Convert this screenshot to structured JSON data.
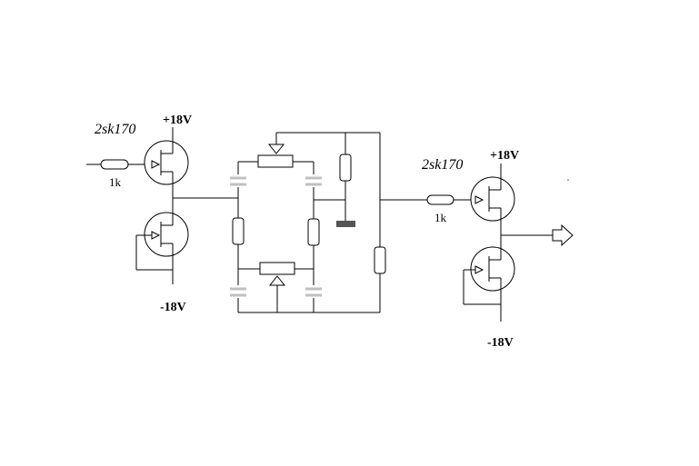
{
  "labels": {
    "q1_part": "2sk170",
    "q1_supply_pos": "+18V",
    "q1_supply_neg": "-18V",
    "r_in1": "1k",
    "q2_part": "2sk170",
    "q2_supply_pos": "+18V",
    "q2_supply_neg": "-18V",
    "r_in2": "1k"
  }
}
